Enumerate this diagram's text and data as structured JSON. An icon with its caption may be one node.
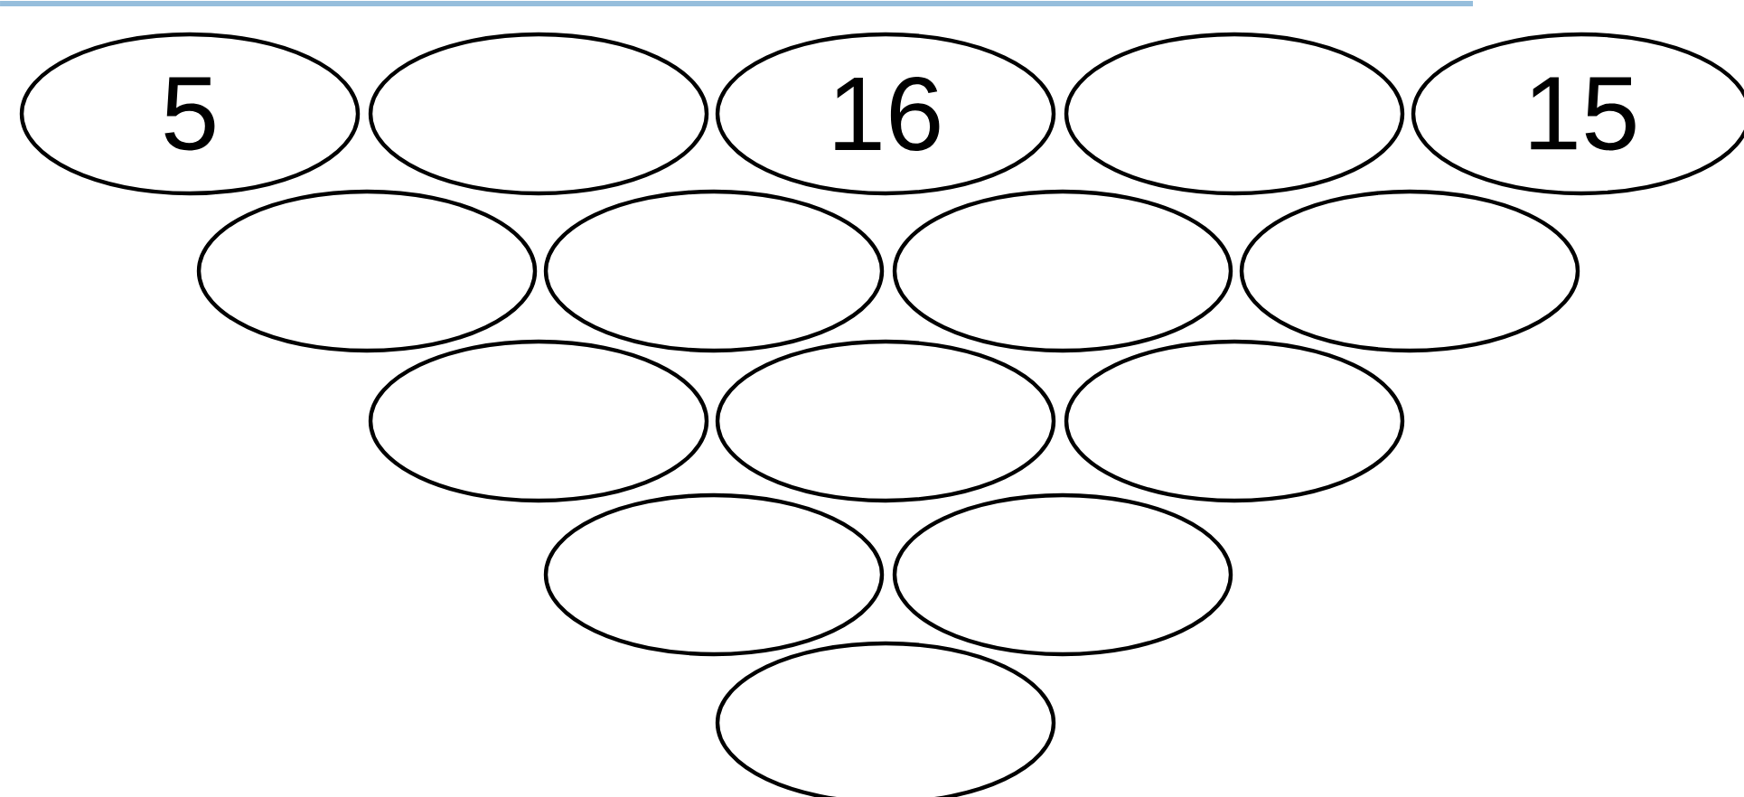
{
  "diagram": {
    "nodes": [
      {
        "text": [
          "5"
        ]
      },
      {
        "text": [],
        "shape": "ellipse"
      },
      {
        "text": [
          "16"
        ]
      },
      {
        "text": [],
        "shape": "ellipse"
      },
      {
        "text": [
          "15"
        ]
      },
      {
        "text": [],
        "shape": "ellipse"
      },
      {
        "text": [],
        "shape": "ellipse"
      },
      {
        "text": [],
        "shape": "ellipse"
      },
      {
        "text": [],
        "shape": "ellipse"
      },
      {
        "text": [],
        "shape": "ellipse"
      },
      {
        "text": [],
        "shape": "ellipse"
      },
      {
        "text": [],
        "shape": "ellipse"
      },
      {
        "text": [],
        "shape": "ellipse"
      },
      {
        "text": [],
        "shape": "ellipse"
      },
      {
        "text": [],
        "shape": "ellipse"
      }
    ]
  }
}
